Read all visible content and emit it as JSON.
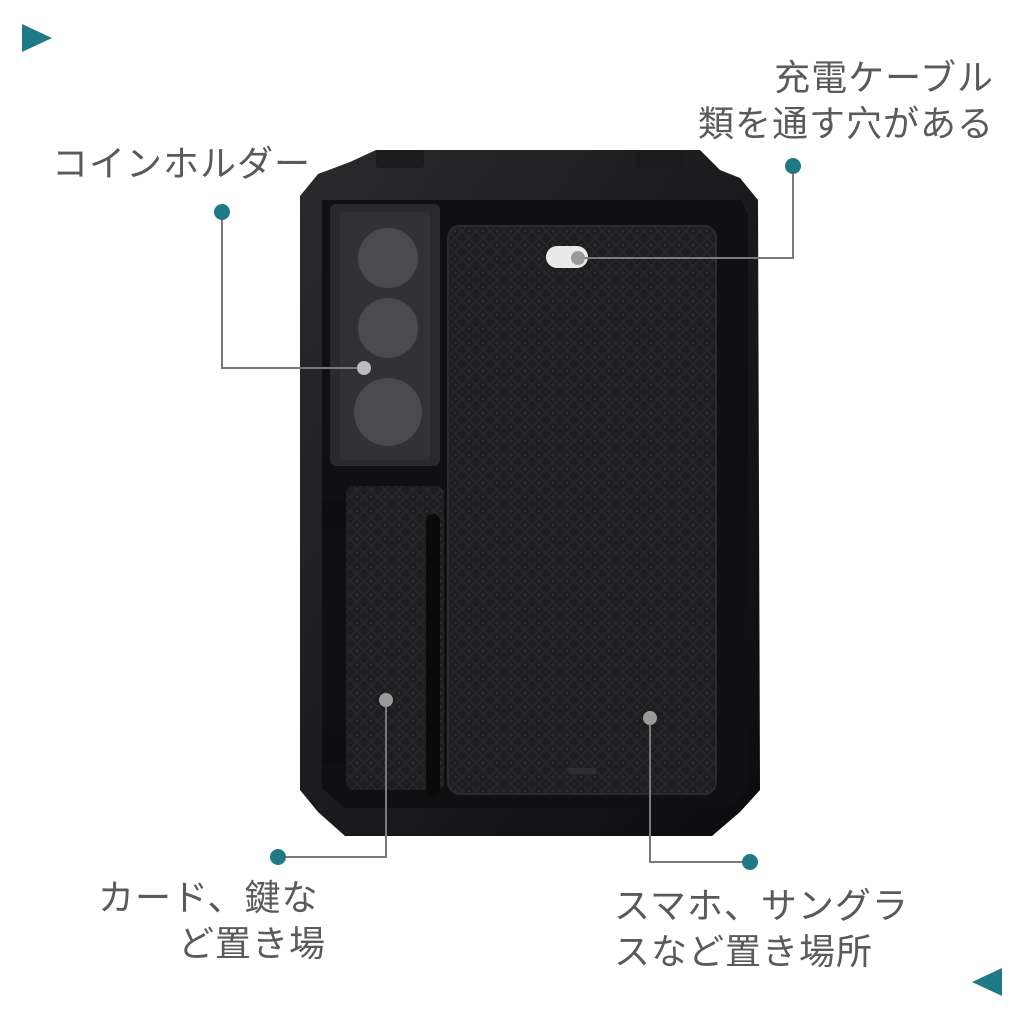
{
  "callouts": {
    "coin_holder": {
      "lines": [
        "コインホルダー"
      ]
    },
    "cable_hole": {
      "lines": [
        "充電ケーブル",
        "類を通す穴がある"
      ]
    },
    "card_key": {
      "lines": [
        "カード、鍵な",
        "ど置き場"
      ]
    },
    "phone_sunglasses": {
      "lines": [
        "スマホ、サングラ",
        "スなど置き場所"
      ]
    }
  },
  "colors": {
    "accent_teal": "#1f7a86",
    "leader_line": "#7a7a7a",
    "tray_body": "#141416",
    "mat": "#1f1f22",
    "label_text": "#5a5a5a"
  },
  "icons": {
    "corner_top_left": "play-triangle-right-icon",
    "corner_bottom_right": "play-triangle-left-icon"
  }
}
